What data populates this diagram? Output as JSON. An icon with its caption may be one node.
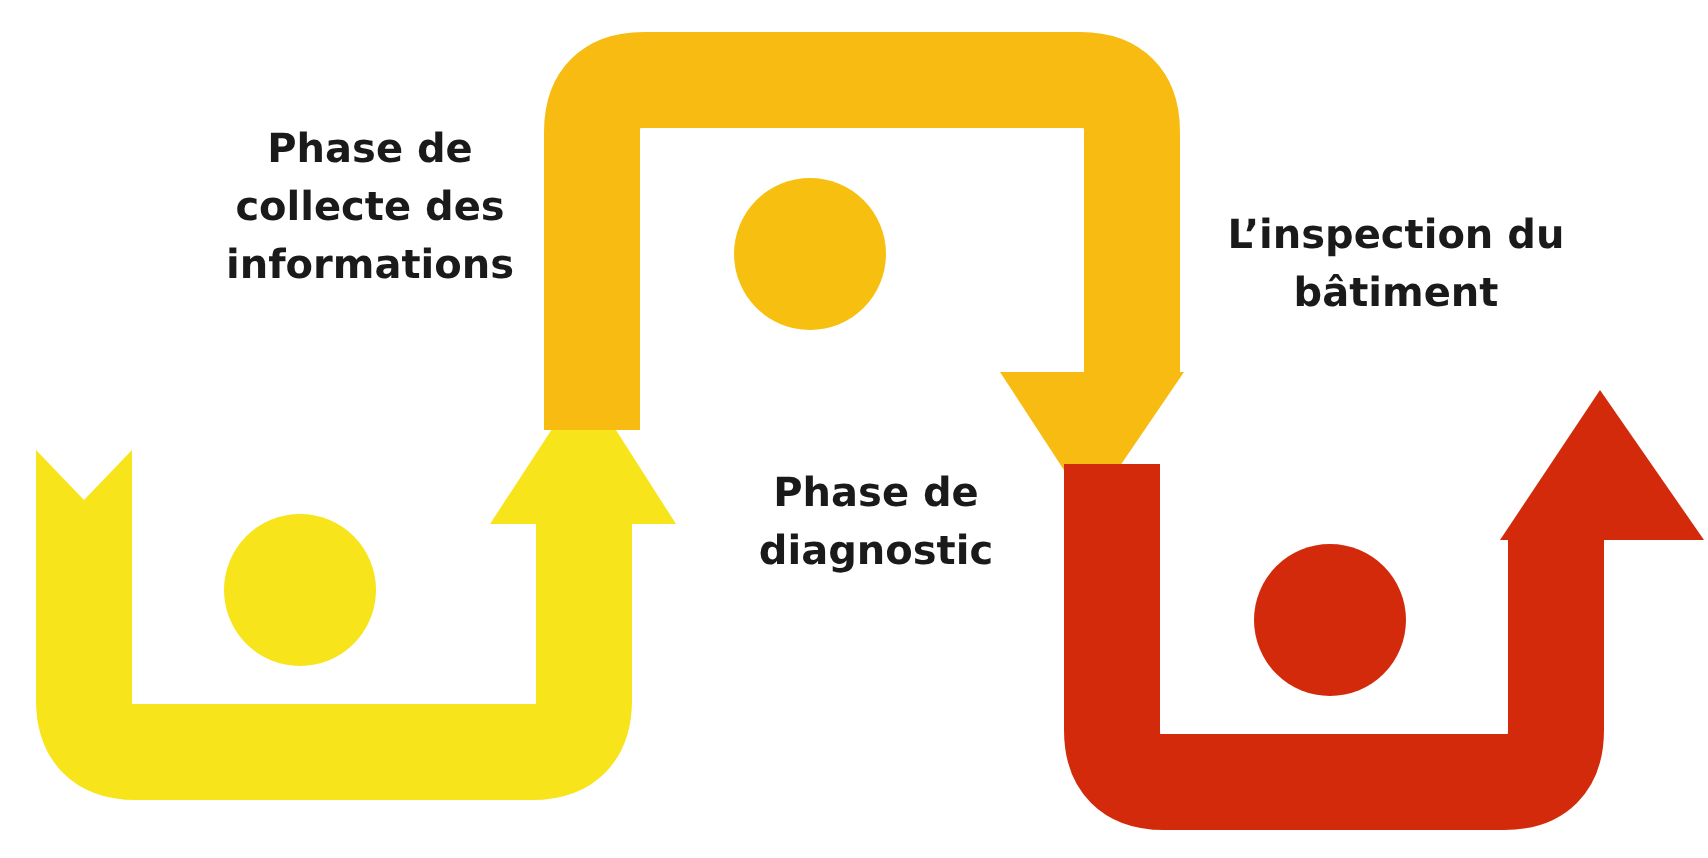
{
  "diagram": {
    "nodes": [
      {
        "text": [],
        "shape": "circle"
      },
      {
        "text": [],
        "shape": "circle"
      },
      {
        "text": [],
        "shape": "circle"
      }
    ],
    "labels": [
      "Phase de collecte des informations",
      "L’inspection du bâtiment",
      "Phase de diagnostic"
    ]
  }
}
